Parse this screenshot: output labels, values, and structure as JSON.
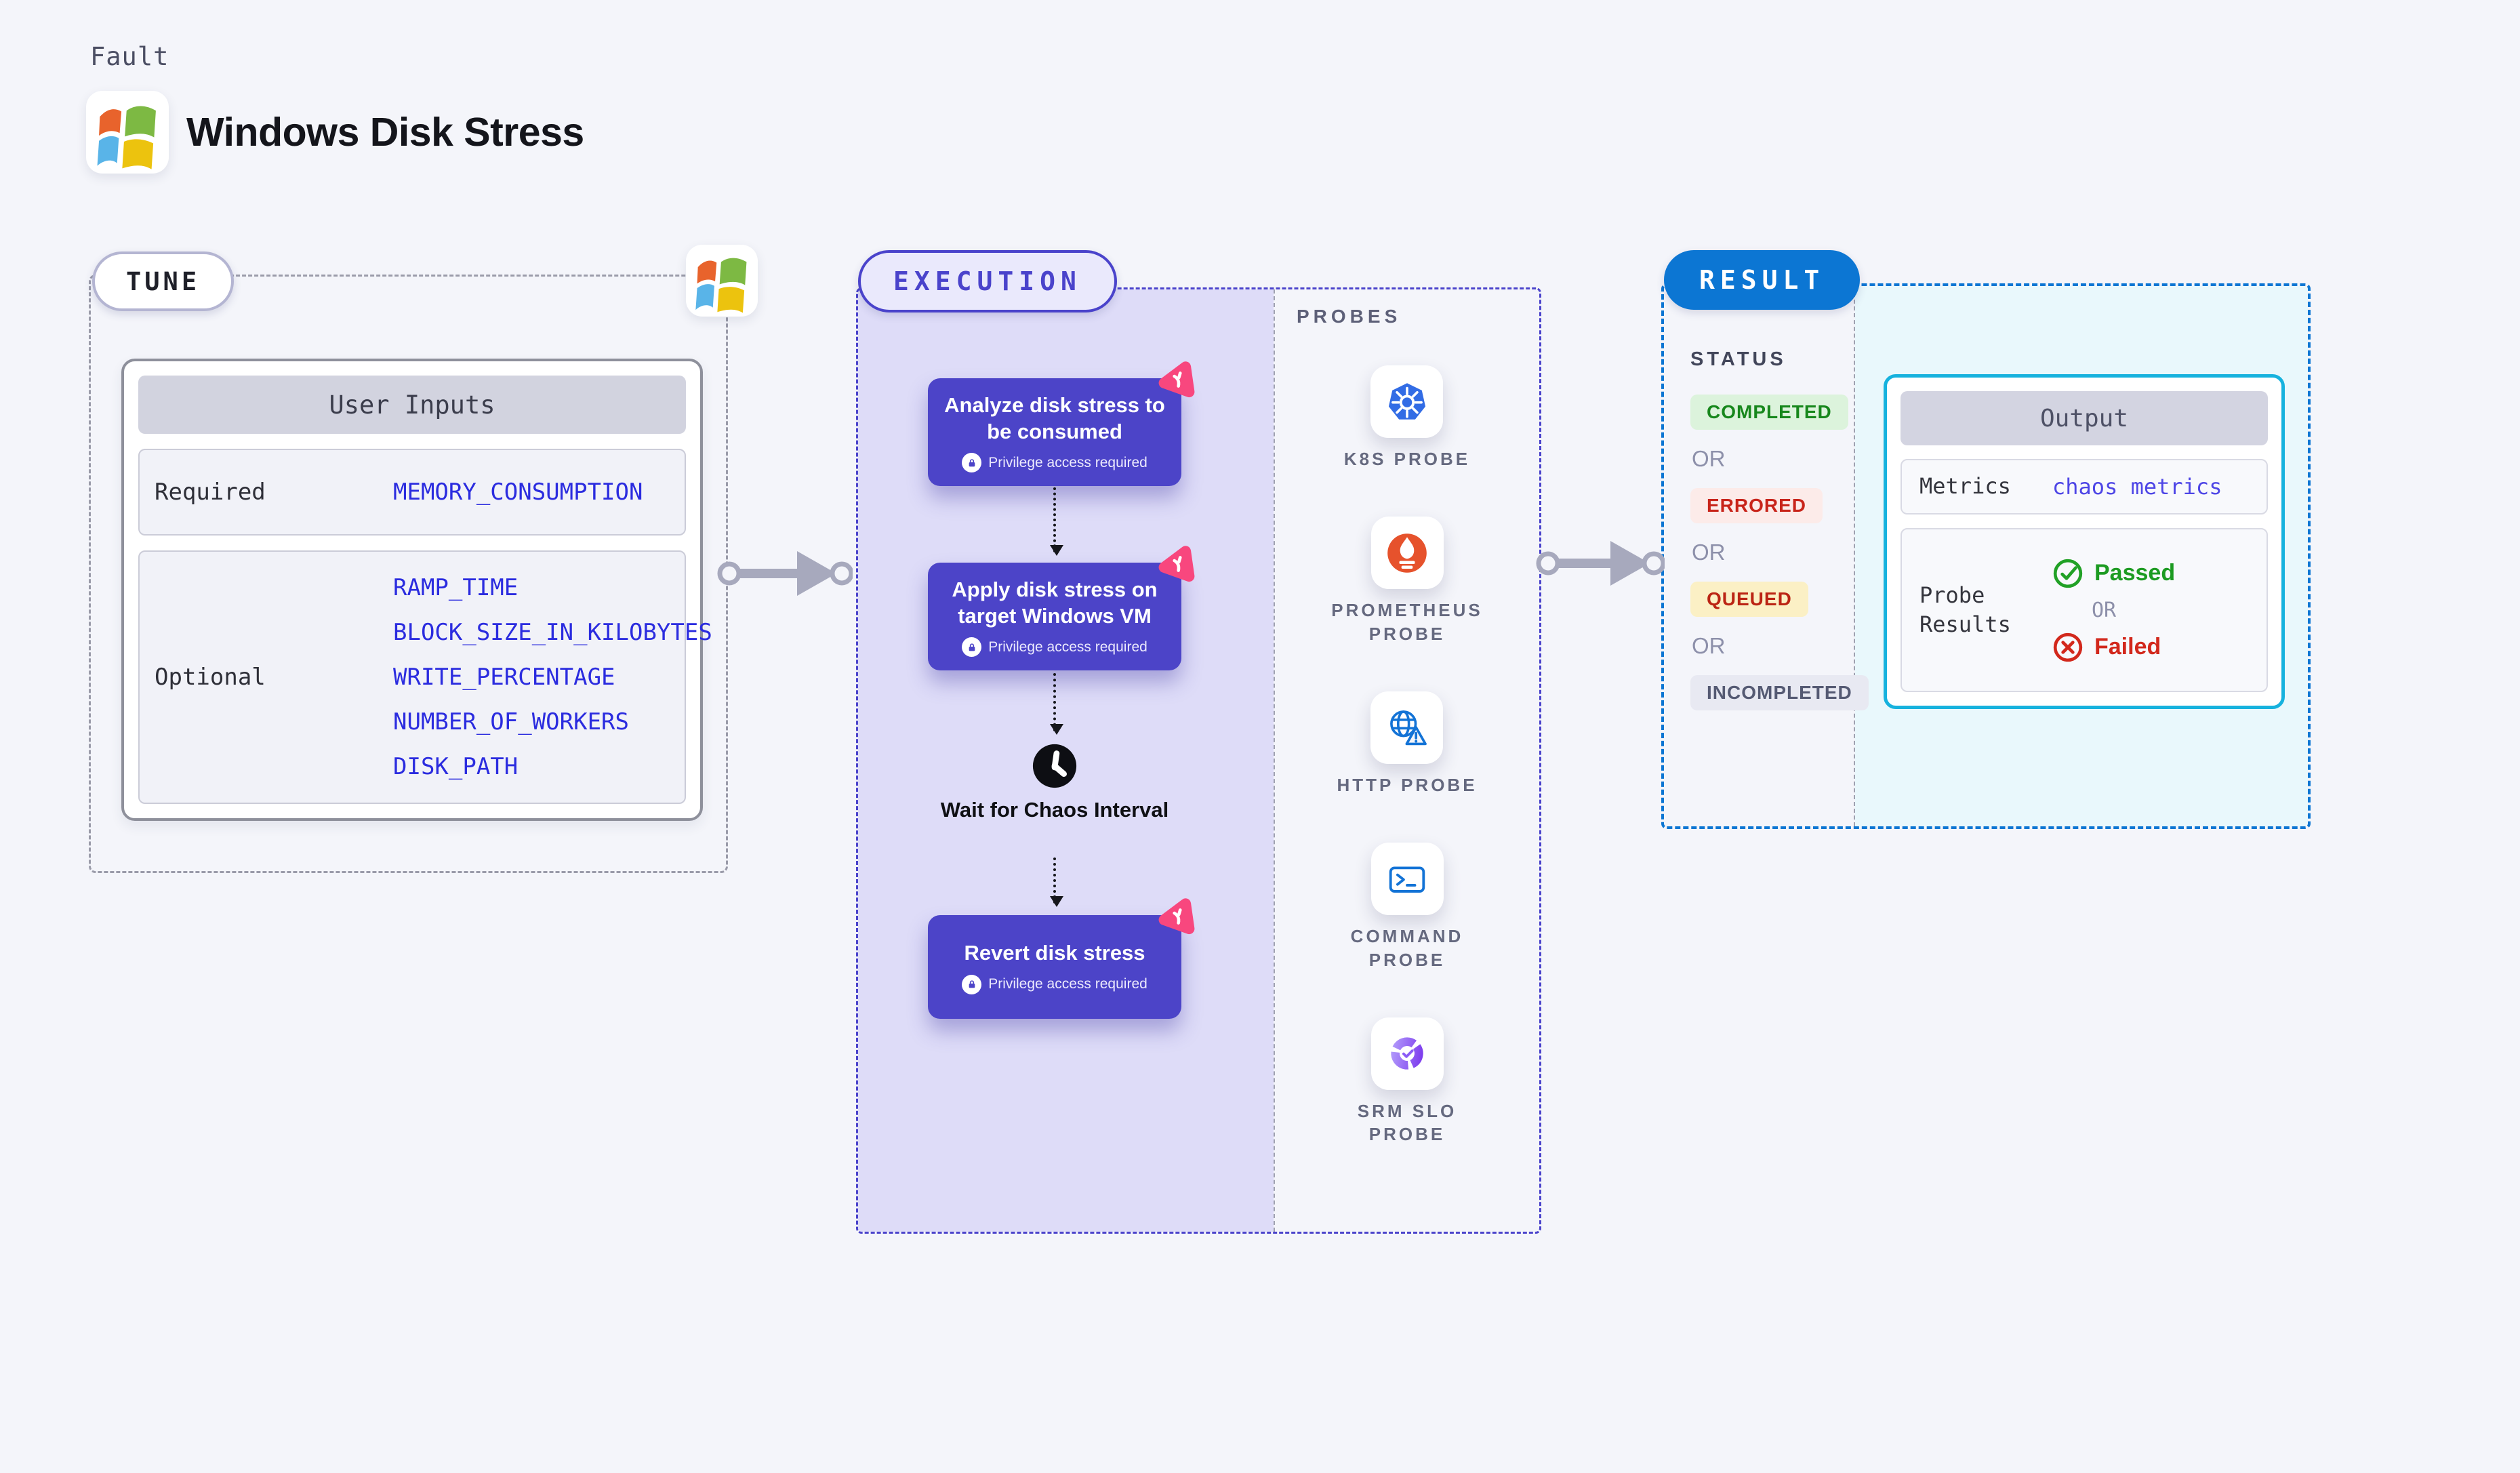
{
  "header": {
    "kind_label": "Fault",
    "title": "Windows Disk Stress"
  },
  "tune": {
    "badge": "TUNE",
    "user_inputs": {
      "title": "User Inputs",
      "required_label": "Required",
      "required_param": "MEMORY_CONSUMPTION",
      "optional_label": "Optional",
      "optional_params": [
        "RAMP_TIME",
        "BLOCK_SIZE_IN_KILOBYTES",
        "WRITE_PERCENTAGE",
        "NUMBER_OF_WORKERS",
        "DISK_PATH"
      ]
    }
  },
  "execution": {
    "badge": "EXECUTION",
    "steps": [
      {
        "title": "Analyze disk stress to be consumed",
        "note": "Privilege access required"
      },
      {
        "title": "Apply disk stress on target Windows VM",
        "note": "Privilege access required"
      },
      {
        "title": "Revert disk stress",
        "note": "Privilege access required"
      }
    ],
    "wait_label": "Wait for Chaos Interval"
  },
  "probes": {
    "title": "PROBES",
    "items": [
      {
        "label": "K8S PROBE",
        "icon": "kubernetes-icon"
      },
      {
        "label": "PROMETHEUS PROBE",
        "icon": "prometheus-icon"
      },
      {
        "label": "HTTP PROBE",
        "icon": "http-globe-icon"
      },
      {
        "label": "COMMAND PROBE",
        "icon": "command-terminal-icon"
      },
      {
        "label": "SRM SLO PROBE",
        "icon": "srm-slo-icon"
      }
    ]
  },
  "result": {
    "badge": "RESULT",
    "status_label": "STATUS",
    "or_label": "OR",
    "statuses": [
      {
        "label": "COMPLETED",
        "fg": "#17871c",
        "bg": "#dcf3dc"
      },
      {
        "label": "ERRORED",
        "fg": "#c8241a",
        "bg": "#fcebe9"
      },
      {
        "label": "QUEUED",
        "fg": "#bb2414",
        "bg": "#fbf0c5"
      },
      {
        "label": "INCOMPLETED",
        "fg": "#555a73",
        "bg": "#e8e9f2"
      }
    ],
    "output": {
      "title": "Output",
      "metrics_label": "Metrics",
      "metrics_value": "chaos metrics",
      "probe_results_label": "Probe Results",
      "passed_label": "Passed",
      "or_label": "OR",
      "failed_label": "Failed"
    }
  },
  "colors": {
    "accent_indigo": "#4a43cb",
    "accent_blue": "#0c76d3",
    "accent_cyan": "#16b2de",
    "param_blue": "#2b2cdf",
    "step_bg": "#4c44c8",
    "chaos_pink": "#f8477e",
    "passed_green": "#1d9b22",
    "failed_red": "#d2281c"
  }
}
